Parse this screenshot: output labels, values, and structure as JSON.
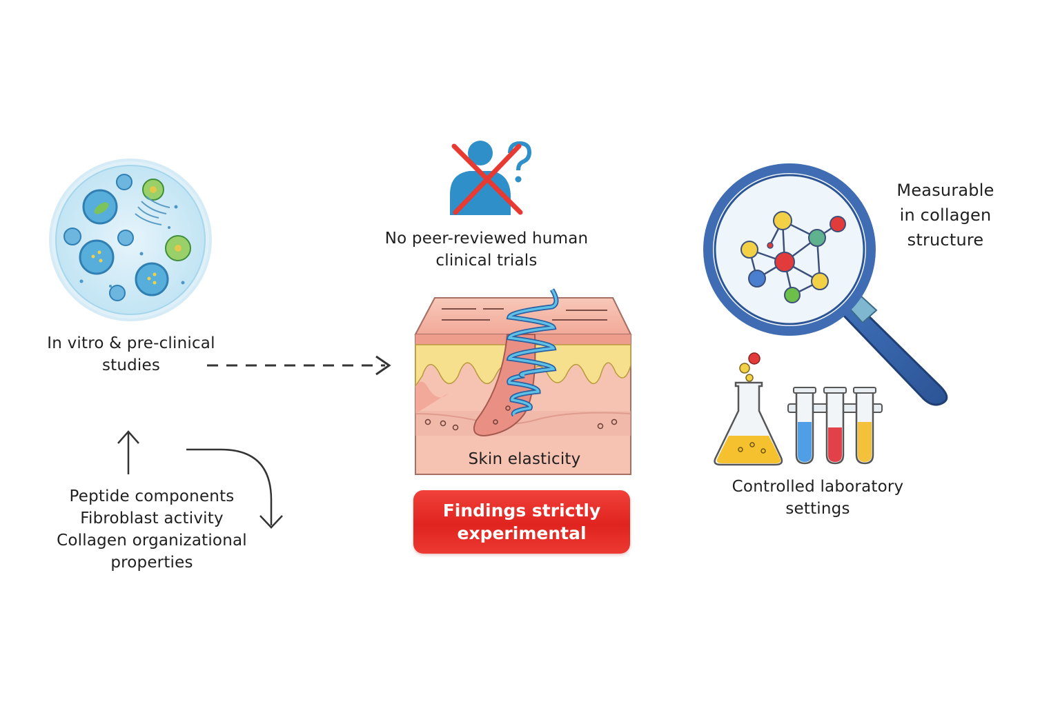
{
  "labels": {
    "invitro": [
      "In vitro & pre-clinical",
      "studies"
    ],
    "trials": [
      "No peer-reviewed human",
      "clinical trials"
    ],
    "measurable": [
      "Measurable",
      "in collagen",
      "structure"
    ],
    "lab": [
      "Controlled laboratory",
      "settings"
    ],
    "list": [
      "Peptide components",
      "Fibroblast activity",
      "Collagen organizational",
      "properties"
    ],
    "skin": "Skin elasticity",
    "badge": [
      "Findings strictly",
      "experimental"
    ]
  },
  "icons": {
    "petri": "petri-dish-icon",
    "person": "crossed-person-icon",
    "skin": "skin-cross-section-icon",
    "magnifier": "magnifying-glass-molecule-icon",
    "flask": "flask-icon",
    "tubes": "test-tubes-icon"
  },
  "colors": {
    "badge": "#e52b24",
    "cross": "#e63a33",
    "person": "#2f8fc8",
    "magnifier_rim": "#3f6cb3"
  }
}
